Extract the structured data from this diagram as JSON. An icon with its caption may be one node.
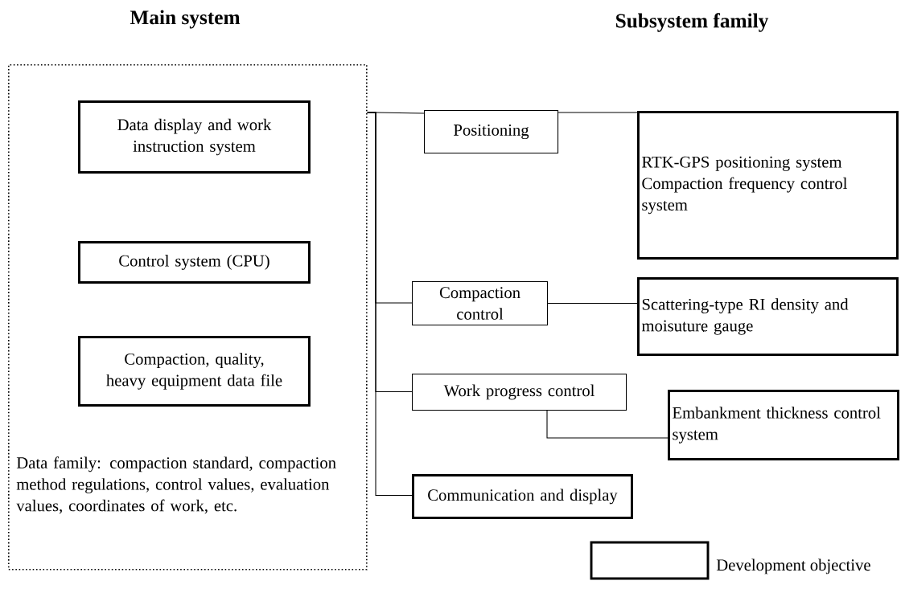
{
  "diagram": {
    "nodes": [
      {
        "text": [
          "Main system",
          "Data family: compaction standard, compaction method regulations, control values, evaluation values, coordinates of work, etc."
        ]
      },
      {
        "text": [
          "Data display and work instruction system"
        ],
        "in": 0
      },
      {
        "text": [
          "Control system (CPU)"
        ],
        "in": 0
      },
      {
        "text": [
          "Compaction, quality, heavy equipment data file"
        ],
        "in": 0
      },
      {
        "text": [
          "Positioning"
        ]
      },
      {
        "text": [
          "RTK-GPS positioning system",
          "Compaction frequency control system"
        ]
      },
      {
        "text": [
          "Compaction control"
        ]
      },
      {
        "text": [
          "Scattering-type RI density and moisuture gauge"
        ]
      },
      {
        "text": [
          "Work progress control"
        ]
      },
      {
        "text": [
          "Embankment thickness control system"
        ]
      },
      {
        "text": [
          "Communication and display"
        ]
      }
    ],
    "edges": [
      {
        "from": 0,
        "to": 4,
        "arrow": "none"
      },
      {
        "from": 0,
        "to": 6,
        "arrow": "none"
      },
      {
        "from": 0,
        "to": 8,
        "arrow": "none"
      },
      {
        "from": 0,
        "to": 10,
        "arrow": "none"
      },
      {
        "from": 4,
        "to": 5,
        "arrow": "none"
      },
      {
        "from": 6,
        "to": 7,
        "arrow": "none"
      },
      {
        "from": 8,
        "to": 9,
        "arrow": "none"
      }
    ],
    "labels": [
      "Subsystem family"
    ],
    "legend": [
      {
        "text": "Development objective"
      }
    ]
  }
}
